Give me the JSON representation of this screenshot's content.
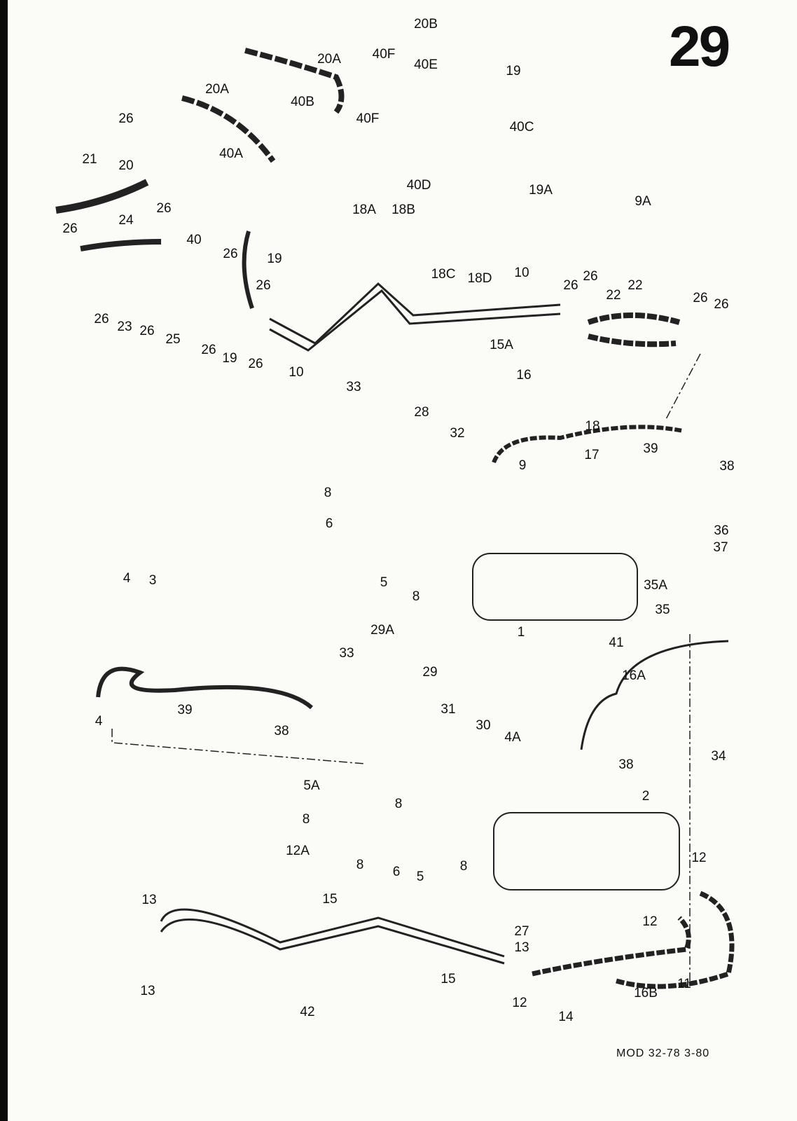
{
  "page_number": "29",
  "footer": "MOD 32-78  3-80",
  "labels": [
    "20B",
    "19",
    "40F",
    "40E",
    "40F",
    "40B",
    "20A",
    "20A",
    "40C",
    "40D",
    "19A",
    "40A",
    "21",
    "20",
    "26",
    "26",
    "40",
    "26",
    "24",
    "26",
    "19",
    "18A",
    "18B",
    "18C",
    "18D",
    "9A",
    "10",
    "26",
    "26",
    "22",
    "22",
    "26",
    "26",
    "26",
    "26",
    "23",
    "26",
    "25",
    "26",
    "19",
    "26",
    "10",
    "15A",
    "16",
    "33",
    "28",
    "32",
    "18",
    "17",
    "39",
    "38",
    "9",
    "8",
    "6",
    "36",
    "37",
    "4",
    "3",
    "5",
    "8",
    "35A",
    "35",
    "1",
    "41",
    "29A",
    "33",
    "29",
    "16A",
    "39",
    "4",
    "31",
    "30",
    "38",
    "4A",
    "38",
    "34",
    "5A",
    "8",
    "2",
    "8",
    "12A",
    "8",
    "6",
    "5",
    "8",
    "12",
    "12",
    "13",
    "15",
    "27",
    "13",
    "15",
    "13",
    "42",
    "12",
    "11",
    "16B",
    "14"
  ]
}
